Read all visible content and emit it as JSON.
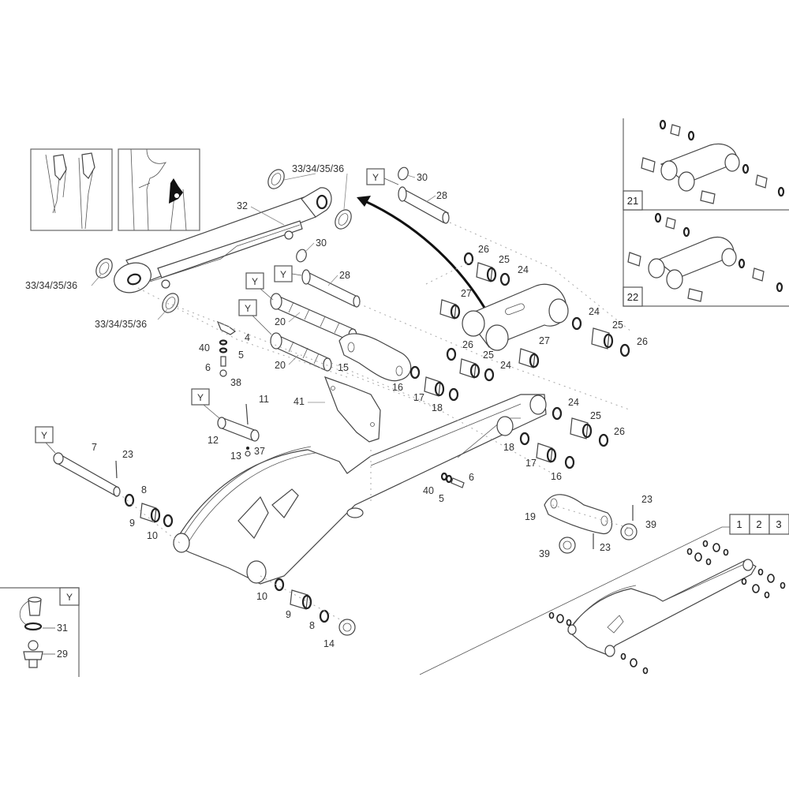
{
  "diagram": {
    "title": "Lift arm assembly - exploded parts view",
    "option_marker": "Y",
    "callouts": [
      {
        "id": "c32",
        "text": "32"
      },
      {
        "id": "c33a",
        "text": "33/34/35/36"
      },
      {
        "id": "c33b",
        "text": "33/34/35/36"
      },
      {
        "id": "c33c",
        "text": "33/34/35/36"
      },
      {
        "id": "c30a",
        "text": "30"
      },
      {
        "id": "c28a",
        "text": "28"
      },
      {
        "id": "c30b",
        "text": "30"
      },
      {
        "id": "c28b",
        "text": "28"
      },
      {
        "id": "c20a",
        "text": "20"
      },
      {
        "id": "c20b",
        "text": "20"
      },
      {
        "id": "c15",
        "text": "15"
      },
      {
        "id": "c4",
        "text": "4"
      },
      {
        "id": "c40a",
        "text": "40"
      },
      {
        "id": "c5a",
        "text": "5"
      },
      {
        "id": "c6a",
        "text": "6"
      },
      {
        "id": "c38",
        "text": "38"
      },
      {
        "id": "c41",
        "text": "41"
      },
      {
        "id": "c11",
        "text": "11"
      },
      {
        "id": "c12",
        "text": "12"
      },
      {
        "id": "c13",
        "text": "13"
      },
      {
        "id": "c37",
        "text": "37"
      },
      {
        "id": "c7",
        "text": "7"
      },
      {
        "id": "c23a",
        "text": "23"
      },
      {
        "id": "c8a",
        "text": "8"
      },
      {
        "id": "c9a",
        "text": "9"
      },
      {
        "id": "c10a",
        "text": "10"
      },
      {
        "id": "c10b",
        "text": "10"
      },
      {
        "id": "c9b",
        "text": "9"
      },
      {
        "id": "c8b",
        "text": "8"
      },
      {
        "id": "c14",
        "text": "14"
      },
      {
        "id": "c26a",
        "text": "26"
      },
      {
        "id": "c25a",
        "text": "25"
      },
      {
        "id": "c24a",
        "text": "24"
      },
      {
        "id": "c27a",
        "text": "27"
      },
      {
        "id": "c24b",
        "text": "24"
      },
      {
        "id": "c25b",
        "text": "25"
      },
      {
        "id": "c26b",
        "text": "26"
      },
      {
        "id": "c26c",
        "text": "26"
      },
      {
        "id": "c25c",
        "text": "25"
      },
      {
        "id": "c24c",
        "text": "24"
      },
      {
        "id": "c27b",
        "text": "27"
      },
      {
        "id": "c16a",
        "text": "16"
      },
      {
        "id": "c17a",
        "text": "17"
      },
      {
        "id": "c18a",
        "text": "18"
      },
      {
        "id": "c24d",
        "text": "24"
      },
      {
        "id": "c25d",
        "text": "25"
      },
      {
        "id": "c26d",
        "text": "26"
      },
      {
        "id": "c18b",
        "text": "18"
      },
      {
        "id": "c17b",
        "text": "17"
      },
      {
        "id": "c16b",
        "text": "16"
      },
      {
        "id": "c40b",
        "text": "40"
      },
      {
        "id": "c5b",
        "text": "5"
      },
      {
        "id": "c6b",
        "text": "6"
      },
      {
        "id": "c19",
        "text": "19"
      },
      {
        "id": "c23b",
        "text": "23"
      },
      {
        "id": "c39a",
        "text": "39"
      },
      {
        "id": "c39b",
        "text": "39"
      },
      {
        "id": "c23c",
        "text": "23"
      }
    ],
    "inset_variants": [
      {
        "label": "21"
      },
      {
        "label": "22"
      }
    ],
    "inset_fitting": {
      "marker": "Y",
      "labels": [
        "31",
        "29"
      ]
    },
    "view_selector": {
      "tabs": [
        "1",
        "2",
        "3"
      ]
    }
  }
}
